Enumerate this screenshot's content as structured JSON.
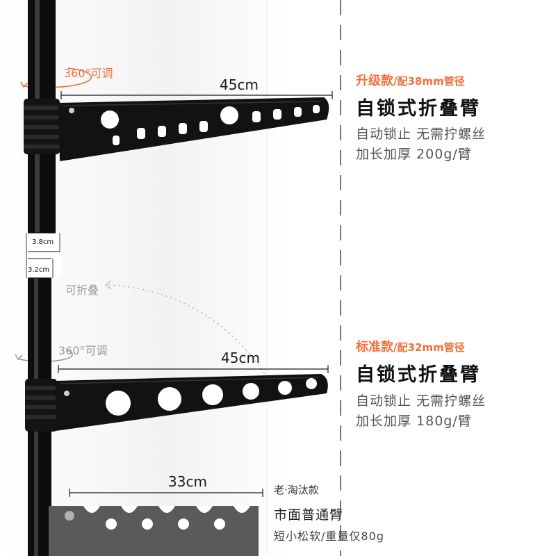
{
  "colors": {
    "accent": "#f0713a",
    "pole": "#0d0d0d",
    "old_arm": "#5a5a5a"
  },
  "rotate_top": "360°可调",
  "rotate_mid": "360°可调",
  "foldable": "可折叠",
  "pole_sizes": [
    "3.8cm",
    "3.2cm"
  ],
  "upgrade": {
    "length": "45cm",
    "tag": "升级款",
    "tag_sub": "/配38mm管径",
    "headline": "自锁式折叠臂",
    "desc_1": "自动锁止 无需拧螺丝",
    "desc_2": "加长加厚 200g/臂"
  },
  "standard": {
    "length": "45cm",
    "tag": "标准款",
    "tag_sub": "/配32mm管径",
    "headline": "自锁式折叠臂",
    "desc_1": "自动锁止 无需拧螺丝",
    "desc_2": "加长加厚 180g/臂"
  },
  "old": {
    "length": "33cm",
    "tag": "老·淘汰款",
    "headline": "市面普通臂",
    "desc": "短小松软/重量仅80g"
  }
}
